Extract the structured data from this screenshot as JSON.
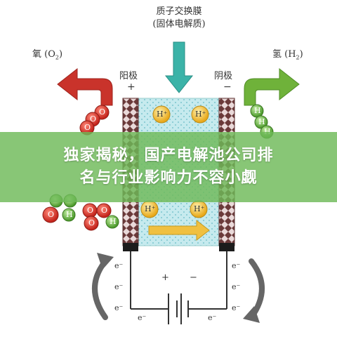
{
  "labels": {
    "membrane_line1": "质子交换膜",
    "membrane_line2": "(固体电解质)",
    "oxygen": "氧 (O",
    "oxygen_sub": "2",
    "hydrogen": "氢 (H",
    "hydrogen_sub": "2",
    "close_paren": ")",
    "anode": "阳极",
    "cathode": "阴极",
    "anode_sign": "+",
    "cathode_sign": "−",
    "battery_plus": "+",
    "battery_minus": "−",
    "electron": "e⁻",
    "h_plus": "H⁺",
    "o_atom": "O",
    "h_atom": "H"
  },
  "banner": {
    "line1": "独家揭秘，国产电解池公司排",
    "line2": "名与行业影响力不容小觑"
  },
  "colors": {
    "oxygen_arrow": "#c9332b",
    "hydrogen_arrow": "#6fb23a",
    "membrane_arrow": "#3bb3a8",
    "proton_ball": "#f2c34a",
    "oxygen_atom": "#d8322a",
    "hydrogen_atom": "#5ea83a",
    "electrolyte": "#bfe6ea",
    "electrode": "#6b3a3a",
    "banner_bg": "#6eba58"
  }
}
